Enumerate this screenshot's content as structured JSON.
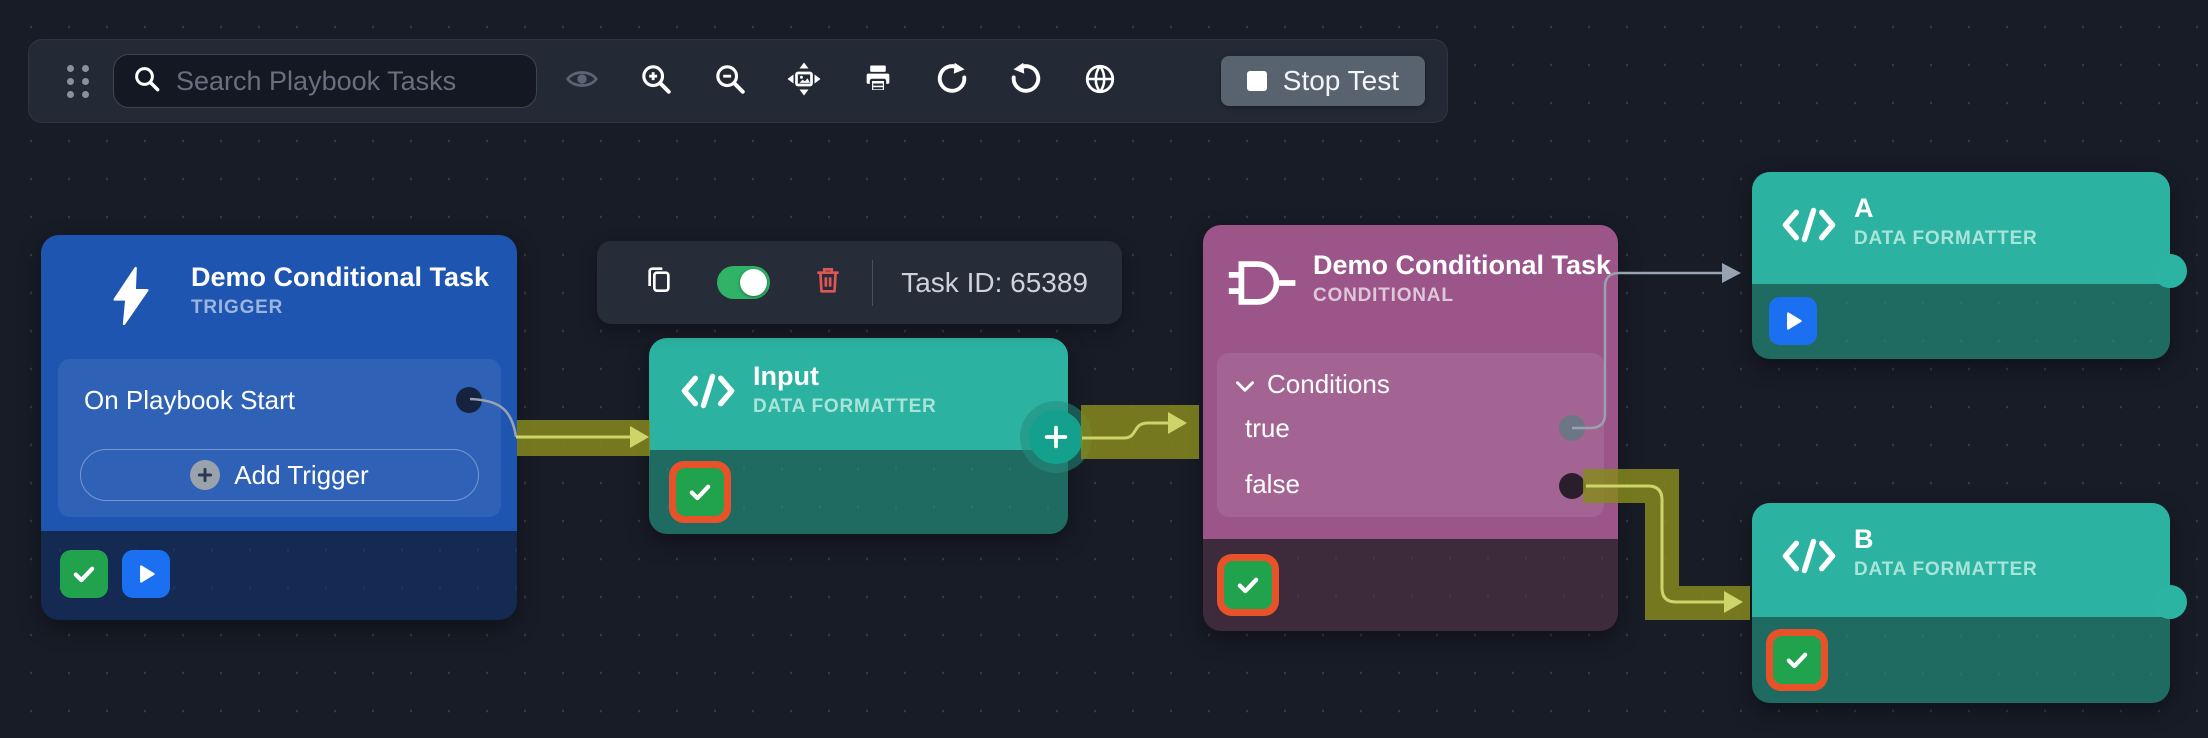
{
  "toolbar": {
    "search_placeholder": "Search Playbook Tasks",
    "stop_button_label": "Stop Test",
    "icons": [
      "drag-handle",
      "search-icon",
      "eye-icon",
      "zoom-in-icon",
      "zoom-out-icon",
      "fit-view-icon",
      "print-icon",
      "redo-icon",
      "undo-icon",
      "globe-icon",
      "stop-icon"
    ]
  },
  "task_action_bar": {
    "task_id": "Task ID: 65389",
    "icons": [
      "copy-icon",
      "enabled-toggle",
      "trash-icon"
    ],
    "toggle_state": "on"
  },
  "nodes": {
    "trigger": {
      "title": "Demo Conditional Task",
      "type": "TRIGGER",
      "event": "On Playbook Start",
      "add_button": "Add Trigger",
      "status_icons": [
        "check",
        "play"
      ]
    },
    "input_formatter": {
      "title": "Input",
      "type": "DATA FORMATTER",
      "status_icons": [
        "check-selected"
      ]
    },
    "conditional": {
      "title": "Demo Conditional Task",
      "type": "CONDITIONAL",
      "section": "Conditions",
      "branch_true": "true",
      "branch_false": "false",
      "status_icons": [
        "check-selected"
      ]
    },
    "formatter_a": {
      "title": "A",
      "type": "DATA FORMATTER",
      "status_icons": [
        "play"
      ]
    },
    "formatter_b": {
      "title": "B",
      "type": "DATA FORMATTER",
      "status_icons": [
        "check-selected"
      ]
    }
  },
  "colors": {
    "canvas_bg": "#181c27",
    "trigger_blue": "#1e55b0",
    "trigger_footer": "#152a52",
    "formatter_teal": "#2bb2a1",
    "formatter_footer": "#206b61",
    "conditional_purple": "#9c5589",
    "conditional_footer": "#3d2a3b",
    "executed_path_olive": "#84861d",
    "executed_line": "#ccd46a",
    "inactive_wire": "#98a2b1",
    "success_green": "#21a24d",
    "selected_ring_orange": "#e8522b",
    "play_blue": "#1b70f1",
    "toggle_green": "#2eb367",
    "delete_red": "#e05656"
  }
}
